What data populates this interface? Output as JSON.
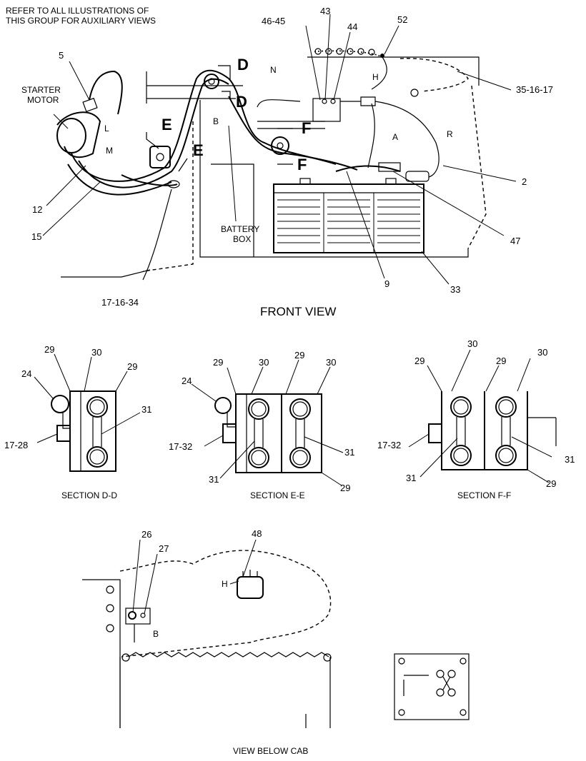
{
  "header": {
    "note_line1": "REFER TO ALL ILLUSTRATIONS OF",
    "note_line2": "THIS GROUP FOR AUXILIARY VIEWS"
  },
  "front_view": {
    "title": "FRONT VIEW",
    "starter_motor_line1": "STARTER",
    "starter_motor_line2": "MOTOR",
    "battery_box_line1": "BATTERY",
    "battery_box_line2": "BOX",
    "section_marks": {
      "d_top": "D",
      "d_bottom": "D",
      "e_top": "E",
      "e_bottom": "E",
      "f_top": "F",
      "f_bottom": "F"
    },
    "wire_letters": {
      "n": "N",
      "h": "H",
      "b": "B",
      "l": "L",
      "m": "M",
      "a": "A",
      "r": "R"
    },
    "callouts": {
      "c5": "5",
      "c46_45": "46-45",
      "c43": "43",
      "c44": "44",
      "c52": "52",
      "c35_16_17": "35-16-17",
      "c2": "2",
      "c47": "47",
      "c12": "12",
      "c15": "15",
      "c17_16_34": "17-16-34",
      "c9": "9",
      "c33": "33"
    }
  },
  "section_dd": {
    "caption": "SECTION D-D",
    "callouts": {
      "c29a": "29",
      "c30": "30",
      "c29b": "29",
      "c24": "24",
      "c31": "31",
      "c17_28": "17-28"
    }
  },
  "section_ee": {
    "caption": "SECTION E-E",
    "callouts": {
      "c29a": "29",
      "c30a": "30",
      "c29b": "29",
      "c30b": "30",
      "c24": "24",
      "c17_32": "17-32",
      "c31a": "31",
      "c31b": "31",
      "c29c": "29"
    }
  },
  "section_ff": {
    "caption": "SECTION F-F",
    "callouts": {
      "c29a": "29",
      "c30a": "30",
      "c29b": "29",
      "c30b": "30",
      "c17_32": "17-32",
      "c31a": "31",
      "c31b": "31",
      "c29c": "29"
    }
  },
  "view_below_cab": {
    "caption": "VIEW BELOW CAB",
    "callouts": {
      "c26": "26",
      "c27": "27",
      "c48": "48"
    },
    "wire_letters": {
      "h": "H",
      "b": "B"
    }
  }
}
